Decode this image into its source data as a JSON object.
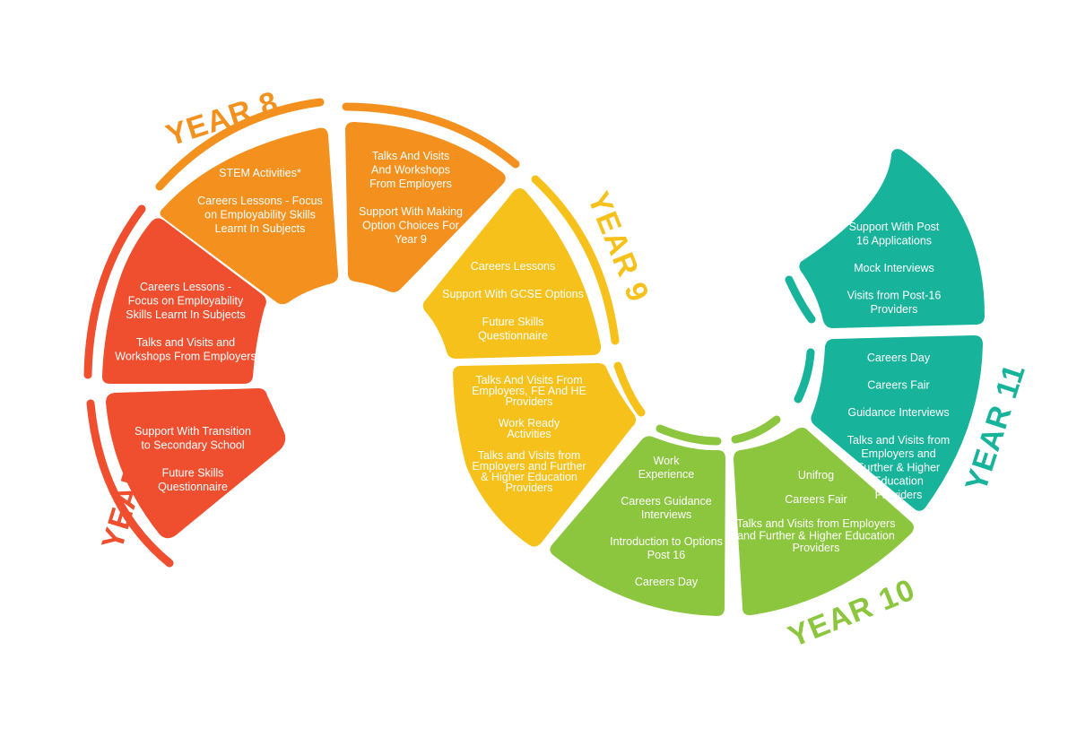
{
  "colors": {
    "year7": "#ef4f2f",
    "year8": "#f4911e",
    "year9": "#f7c11c",
    "year10": "#8cc63f",
    "year11": "#17b39b"
  },
  "years": [
    {
      "id": "year7",
      "label": "YEAR 7"
    },
    {
      "id": "year8",
      "label": "YEAR 8"
    },
    {
      "id": "year9",
      "label": "YEAR 9"
    },
    {
      "id": "year10",
      "label": "YEAR 10"
    },
    {
      "id": "year11",
      "label": "YEAR 11"
    }
  ],
  "segments": {
    "y7a": [
      "Support With Transition",
      "to Secondary School",
      "",
      "Future Skills",
      "Questionnaire"
    ],
    "y7b": [
      "Careers Lessons -",
      "Focus on Employability",
      "Skills Learnt In Subjects",
      "",
      "Talks and Visits and",
      "Workshops From Employers"
    ],
    "y8a": [
      "STEM Activities*",
      "",
      "Careers Lessons - Focus",
      "on Employability Skills",
      "Learnt In Subjects"
    ],
    "y8b": [
      "Talks And Visits",
      "And Workshops",
      "From Employers",
      "",
      "Support With Making",
      "Option Choices For",
      "Year 9"
    ],
    "y9a": [
      "Careers Lessons",
      "",
      "Support With GCSE Options",
      "",
      "Future Skills",
      "Questionnaire"
    ],
    "y9b": [
      "Talks And Visits From",
      "Employers, FE And HE",
      "Providers",
      "",
      "Work Ready",
      "Activities",
      "",
      "Talks and Visits from",
      "Employers and Further",
      "& Higher Education",
      "Providers"
    ],
    "y10a": [
      "Work",
      "Experience",
      "",
      "Careers Guidance",
      "Interviews",
      "",
      "Introduction to Options",
      "Post 16",
      "",
      "Careers Day"
    ],
    "y10b": [
      "Unifrog",
      "",
      "Careers Fair",
      "",
      "Talks and Visits from Employers",
      "and Further & Higher Education",
      "Providers"
    ],
    "y11a": [
      "Careers Day",
      "",
      "Careers Fair",
      "",
      "Guidance Interviews",
      "",
      "Talks and Visits from",
      "Employers and",
      "Further & Higher",
      "Education",
      "Providers"
    ],
    "y11b": [
      "Support With Post",
      "16 Applications",
      "",
      "Mock Interviews",
      "",
      "Visits from Post-16",
      "Providers"
    ]
  }
}
